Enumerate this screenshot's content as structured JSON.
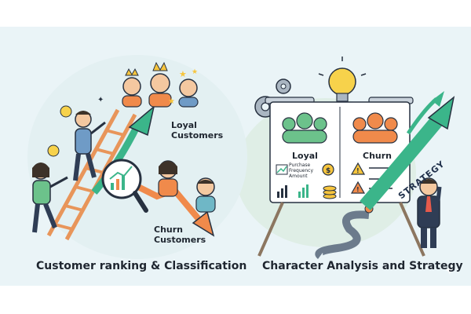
{
  "left_panel": {
    "caption": "Customer ranking & Classification",
    "loyal_label_line1": "Loyal",
    "loyal_label_line2": "Customers",
    "churn_label_line1": "Churn",
    "churn_label_line2": "Customers"
  },
  "right_panel": {
    "caption": "Character Analysis and Strategy",
    "board_loyal_title": "Loyal",
    "board_churn_title": "Churn",
    "metric_line1": "Purchase",
    "metric_line2": "Frequency",
    "metric_line3": "Amount",
    "strategy_word": "STRATEGY"
  },
  "colors": {
    "background": "#eaf4f7",
    "arrow_green": "#3bb58a",
    "arrow_orange": "#f08a4b",
    "board_bg": "#ffffff",
    "outline": "#273140"
  }
}
